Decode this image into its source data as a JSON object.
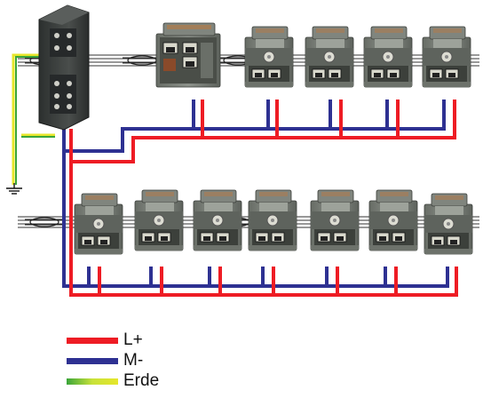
{
  "colors": {
    "l_plus": "#ee1c24",
    "m_minus": "#2e3192",
    "earth_green": "#3aa53a",
    "earth_yellow": "#e6e62a",
    "module_body": "#7d837b",
    "module_dark": "#4f544e",
    "supply_body": "#3c403f"
  },
  "components": {
    "power_supply": "power-supply-module",
    "master_module": "master-module-with-rj45",
    "slave_module": "slave-module-with-rj45",
    "earth_symbol": "ground-icon",
    "cable_clamp": "cable-clamp-icon"
  },
  "legend": {
    "items": [
      {
        "key": "l_plus",
        "label": "L+",
        "color": "#ee1c24"
      },
      {
        "key": "m_minus",
        "label": "M-",
        "color": "#2e3192"
      },
      {
        "key": "earth",
        "label": "Erde",
        "color": "#c8e23a"
      }
    ]
  }
}
